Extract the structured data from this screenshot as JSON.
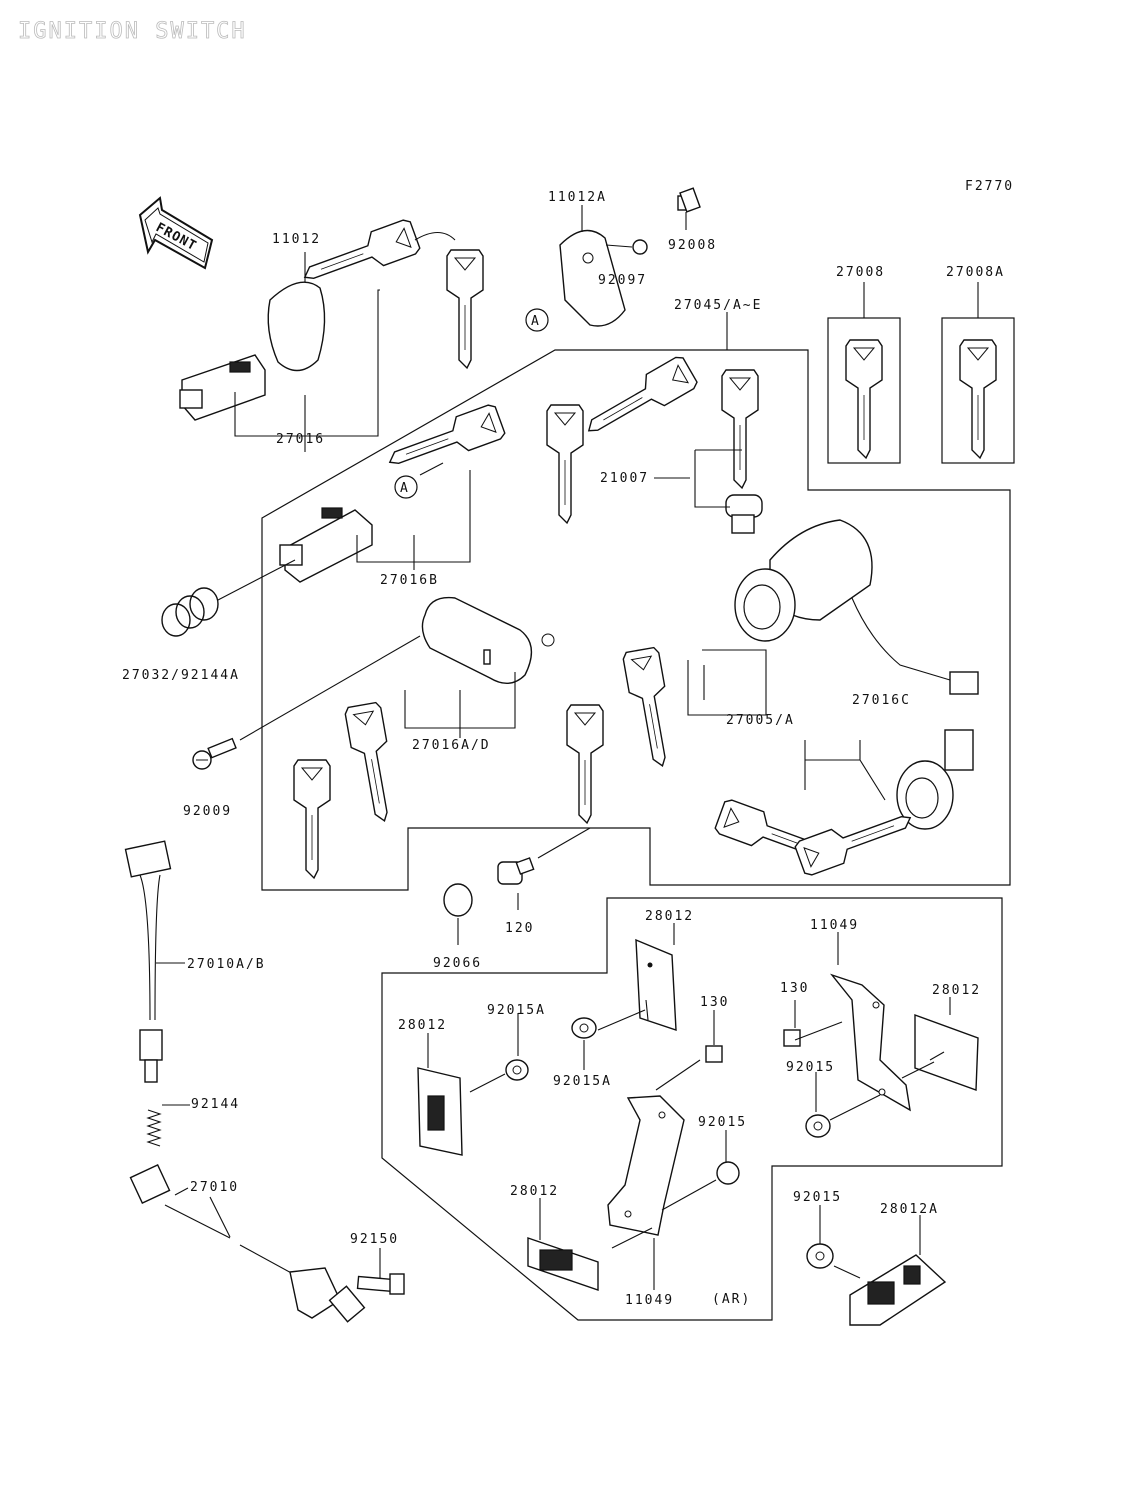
{
  "title": "IGNITION SWITCH",
  "figure_code": "F2770",
  "front_label": "FRONT",
  "ref_circle_letter": "A",
  "labels": {
    "p11012": "11012",
    "p11012A": "11012A",
    "p92008": "92008",
    "p92097": "92097",
    "p27045": "27045/A~E",
    "p27008": "27008",
    "p27008A": "27008A",
    "p27016": "27016",
    "p21007": "21007",
    "p27016B": "27016B",
    "p27032": "27032/92144A",
    "p27016C": "27016C",
    "p27005": "27005/A",
    "p27016AD": "27016A/D",
    "p92009": "92009",
    "p120": "120",
    "p92066": "92066",
    "p27010AB": "27010A/B",
    "p28012_a": "28012",
    "p11049_a": "11049",
    "p130_a": "130",
    "p130_b": "130",
    "p28012_b": "28012",
    "p28012_c": "28012",
    "p92015A_a": "92015A",
    "p92015A_b": "92015A",
    "p92015_a": "92015",
    "p92015_b": "92015",
    "p92144": "92144",
    "p27010": "27010",
    "p28012_d": "28012",
    "p92150": "92150",
    "p11049_b": "11049",
    "pAR": "(AR)",
    "p92015_c": "92015",
    "p28012A": "28012A"
  }
}
